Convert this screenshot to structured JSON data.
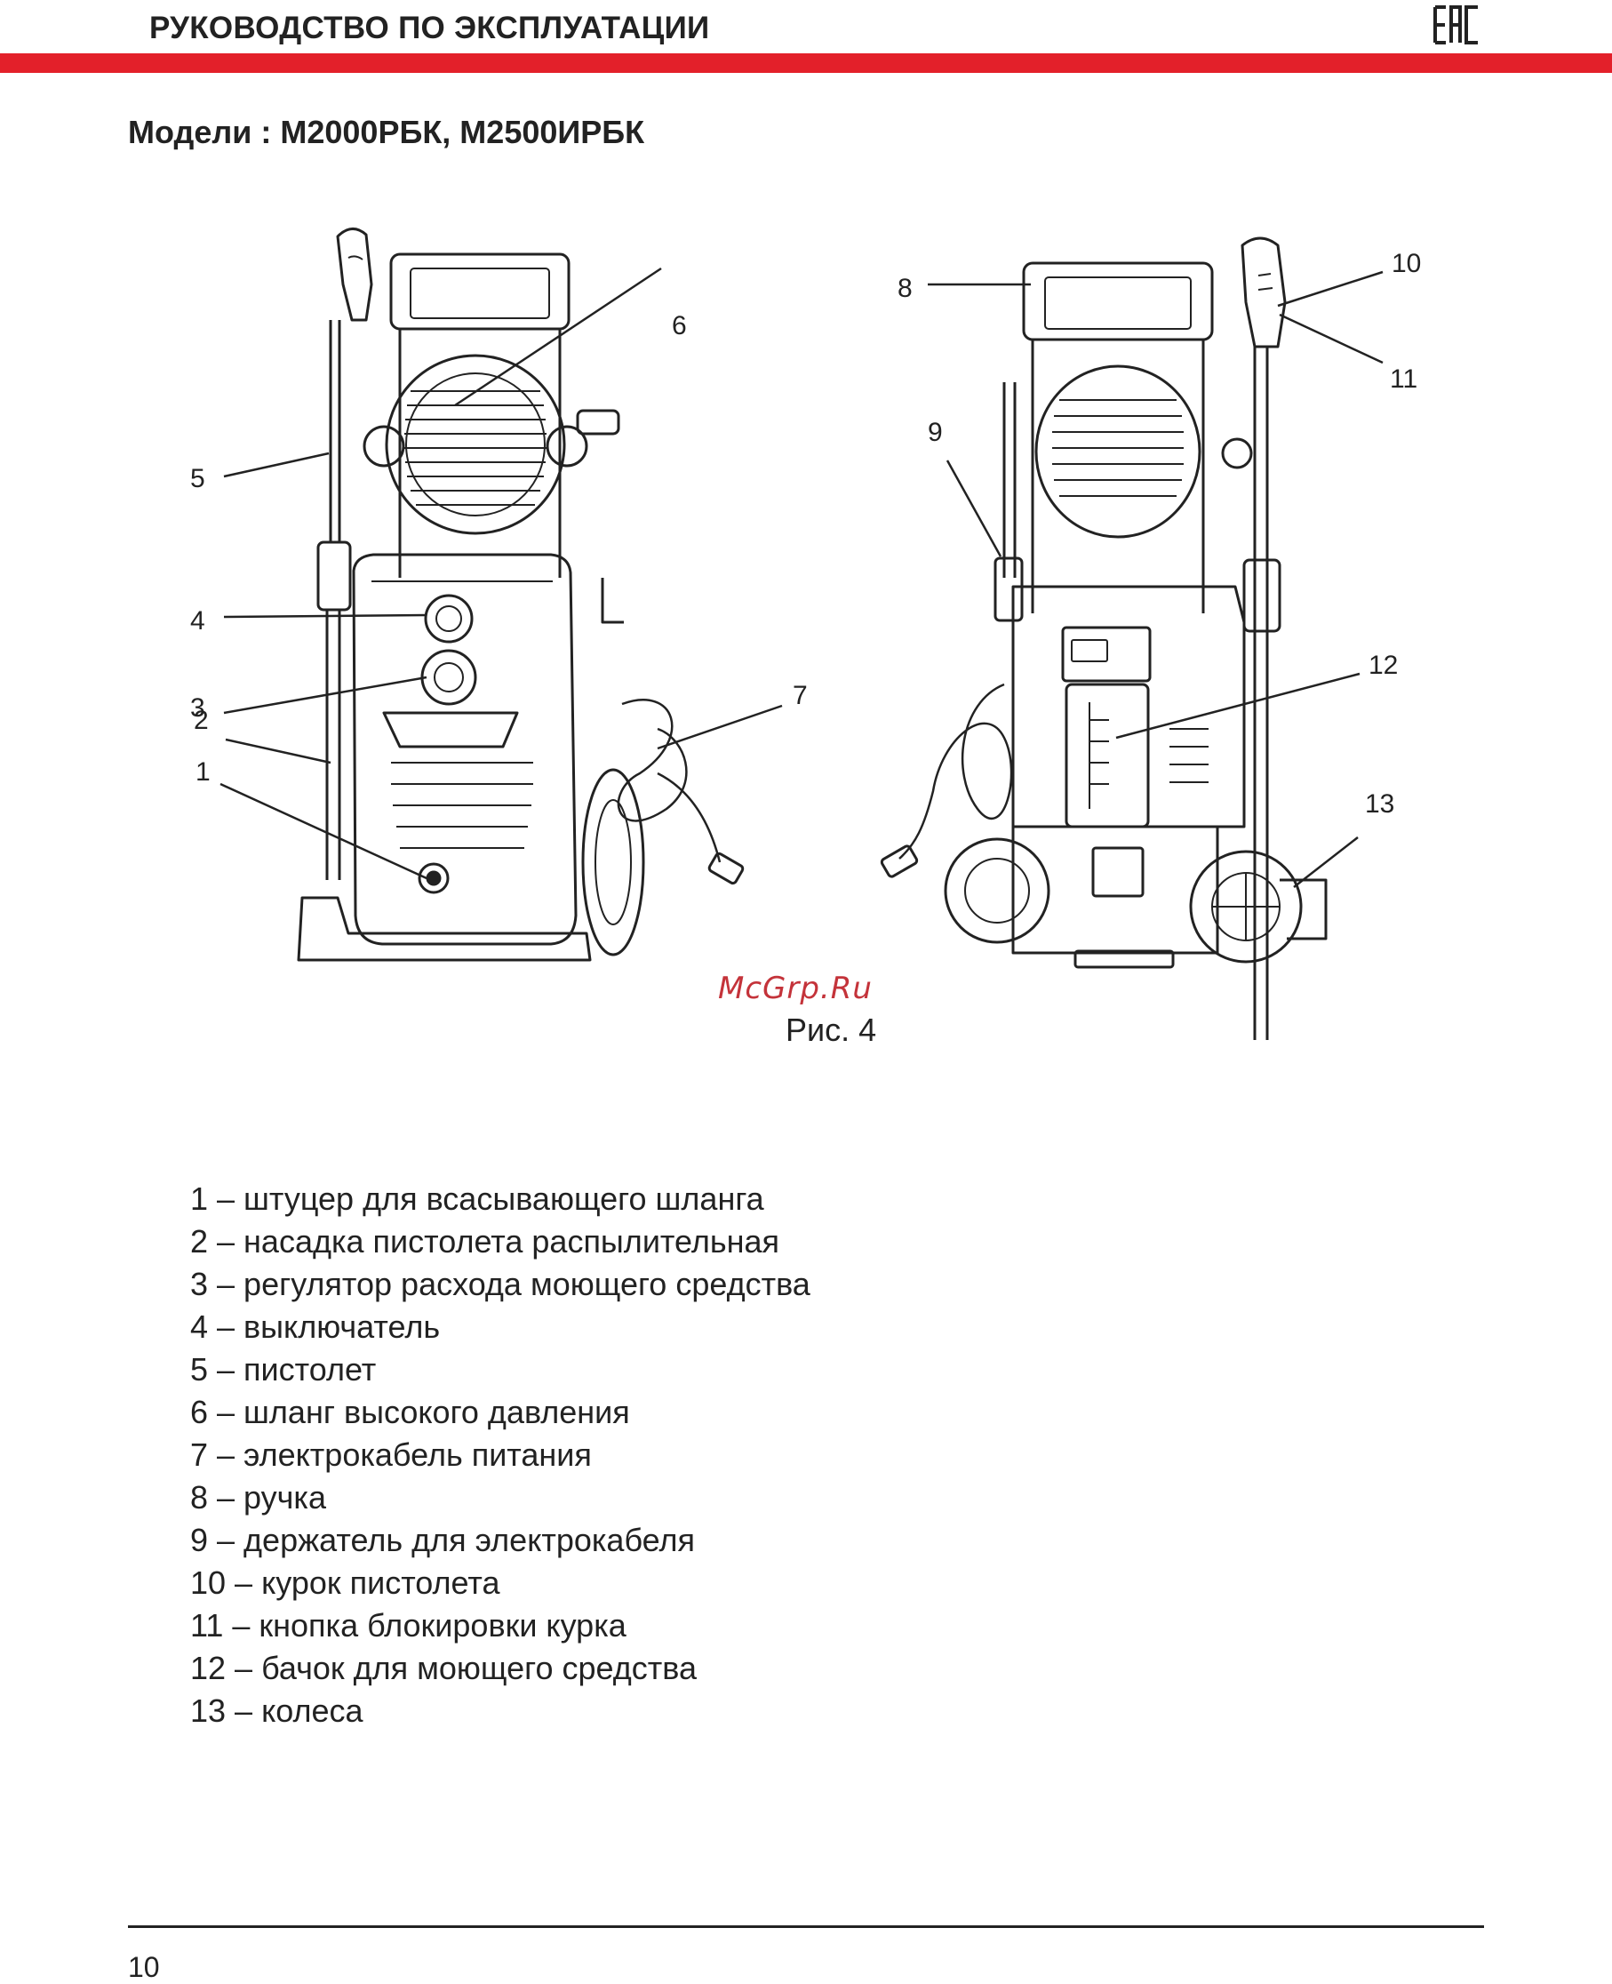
{
  "header": {
    "title": "РУКОВОДСТВО ПО ЭКСПЛУАТАЦИИ",
    "logo_text": "EAC",
    "accent_color": "#e3202a"
  },
  "models_title": "Модели : М2000РБК, М2500ИРБК",
  "figure": {
    "callouts": [
      "1",
      "2",
      "3",
      "4",
      "5",
      "6",
      "7",
      "8",
      "9",
      "10",
      "11",
      "12",
      "13"
    ],
    "caption": "Рис. 4",
    "watermark": "McGrp.Ru"
  },
  "legend": [
    "1 – штуцер для всасывающего шланга",
    "2 – насадка пистолета распылительная",
    "3 – регулятор расхода моющего средства",
    "4 – выключатель",
    "5 – пистолет",
    "6 – шланг высокого давления",
    "7 – электрокабель питания",
    "8 – ручка",
    "9 – держатель для электрокабеля",
    "10 – курок пистолета",
    "11 – кнопка блокировки курка",
    "12 – бачок для моющего средства",
    "13 – колеса"
  ],
  "footer": {
    "page_number": "10"
  }
}
